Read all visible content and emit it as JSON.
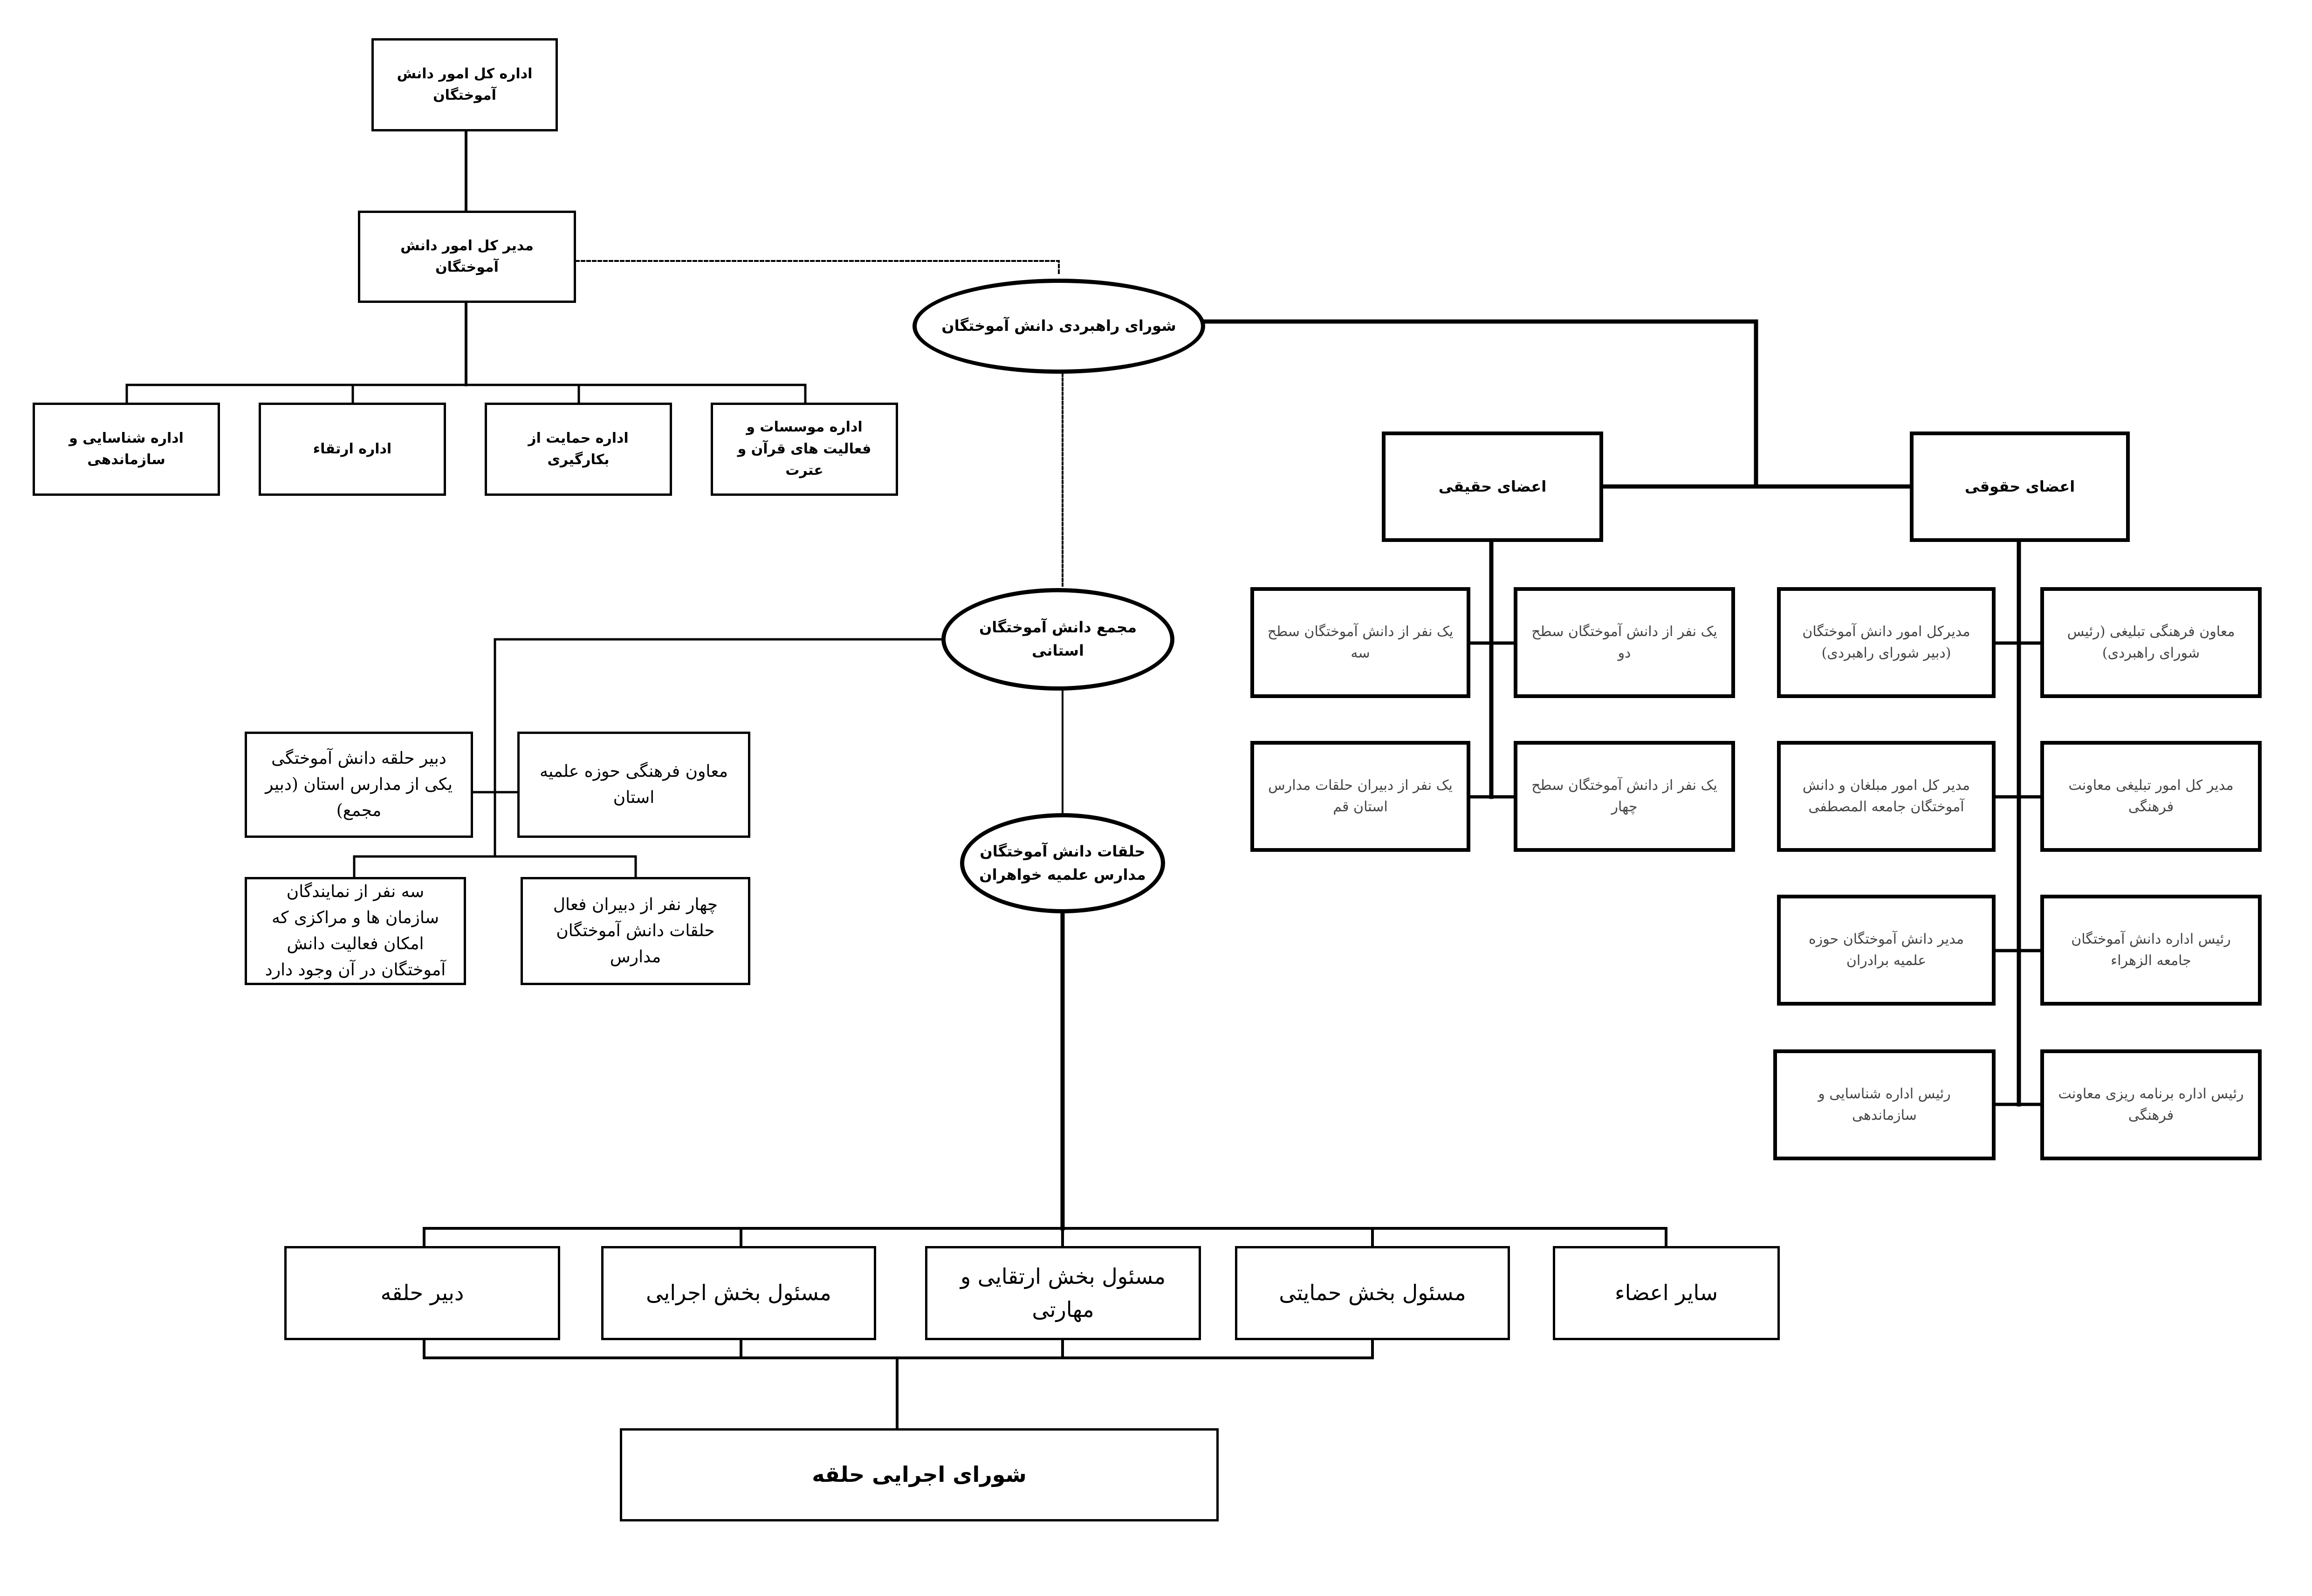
{
  "top": {
    "general_office": "اداره کل امور دانش آموختگان",
    "director_general": "مدیر کل امور دانش آموختگان",
    "departments": [
      "اداره موسسات و فعالیت های قرآن و عترت",
      "اداره حمایت از بکارگیری",
      "اداره ارتقاء",
      "اداره شناسایی و سازماندهی"
    ]
  },
  "strategic_council": "شورای راهبردی دانش آموختگان",
  "members": {
    "real_title": "اعضای حقیقی",
    "legal_title": "اعضای حقوقی",
    "real": [
      "یک نفر از دانش آموختگان سطح دو",
      "یک نفر از دانش آموختگان سطح سه",
      "یک نفر از دانش آموختگان سطح چهار",
      "یک نفر از دبیران حلقات مدارس استان قم"
    ],
    "legal": [
      "معاون فرهنگی تبلیغی (رئیس شورای راهبردی)",
      "مدیرکل امور دانش آموختگان (دبیر شورای راهبردی)",
      "مدیر کل امور تبلیغی معاونت فرهنگی",
      "مدیر کل امور مبلغان و دانش آموختگان جامعه المصطفی",
      "رئیس اداره دانش آموختگان جامعه الزهراء",
      "مدیر دانش آموختگان حوزه علمیه برادران",
      "رئیس اداره برنامه ریزی معاونت فرهنگی",
      "رئیس اداره شناسایی و سازماندهی"
    ]
  },
  "provincial_assembly": {
    "title": "مجمع دانش آموختگان استانی",
    "members": [
      "معاون فرهنگی حوزه علمیه استان",
      "دبیر حلقه دانش آموختگی یکی از مدارس استان (دبیر مجمع)",
      "چهار نفر از دبیران فعال حلقات دانش آموختگان مدارس",
      "سه نفر از نمایندگان سازمان ها و مراکزی که امکان فعالیت دانش آموختگان در آن وجود دارد"
    ]
  },
  "circles": {
    "title": "حلقات دانش آموختگان مدارس علمیه خواهران",
    "roles": [
      "سایر اعضاء",
      "مسئول بخش حمایتی",
      "مسئول بخش ارتقایی و مهارتی",
      "مسئول بخش اجرایی",
      "دبیر حلقه"
    ],
    "executive_council": "شورای اجرایی حلقه"
  }
}
